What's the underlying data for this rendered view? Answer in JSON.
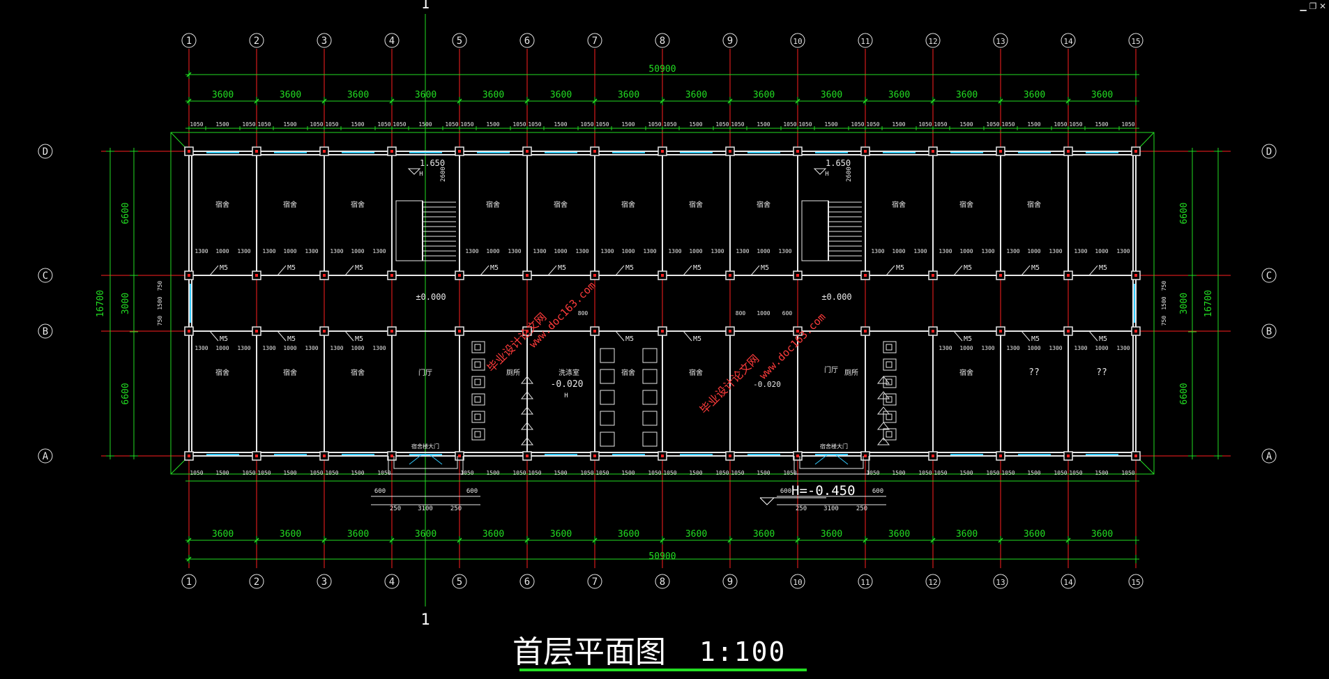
{
  "title": {
    "main": "首层平面图",
    "scale": "1:100"
  },
  "window_controls": {
    "minimize": "▁",
    "restore": "❐",
    "close": "✕"
  },
  "colors": {
    "bg": "#000000",
    "grid": "#ff2020",
    "dim": "#22dd22",
    "wall": "#e8e8e8",
    "text": "#ffffff",
    "window": "#33ccff",
    "watermark": "#ff3b3b"
  },
  "axes": {
    "columns": [
      "1",
      "2",
      "3",
      "4",
      "5",
      "6",
      "7",
      "8",
      "9",
      "10",
      "11",
      "12",
      "13",
      "14",
      "15"
    ],
    "rows": [
      "D",
      "C",
      "B",
      "A"
    ]
  },
  "dims": {
    "total": "50900",
    "bay": "3600",
    "total_depth": "16700",
    "row_spans": [
      "6600",
      "3000",
      "6600"
    ],
    "corridor_parts": [
      "750",
      "1500",
      "750"
    ],
    "window_pattern_top": [
      "1050",
      "1500",
      "1050"
    ],
    "door_pattern": [
      "1300",
      "1000",
      "1300"
    ],
    "entrance": [
      "250",
      "3100",
      "250"
    ],
    "entrance_side": "600",
    "toilet": [
      "800",
      "1000",
      "600"
    ],
    "stair_dim": "2600"
  },
  "section_mark": "1",
  "levels": {
    "stair": "1.650",
    "floor": "±0.000",
    "toilet": "-0.020",
    "exterior": "H=-0.450",
    "h": "H"
  },
  "rooms": {
    "dorm": "宿舍",
    "hall": "门厅",
    "toilet": "厕所",
    "wash": "洗涤室",
    "unknown": "??",
    "entrance": "宿舍楼大门"
  },
  "door": "M5",
  "watermark": {
    "cn": "毕业设计论文网",
    "url": "www.doc163.com"
  }
}
